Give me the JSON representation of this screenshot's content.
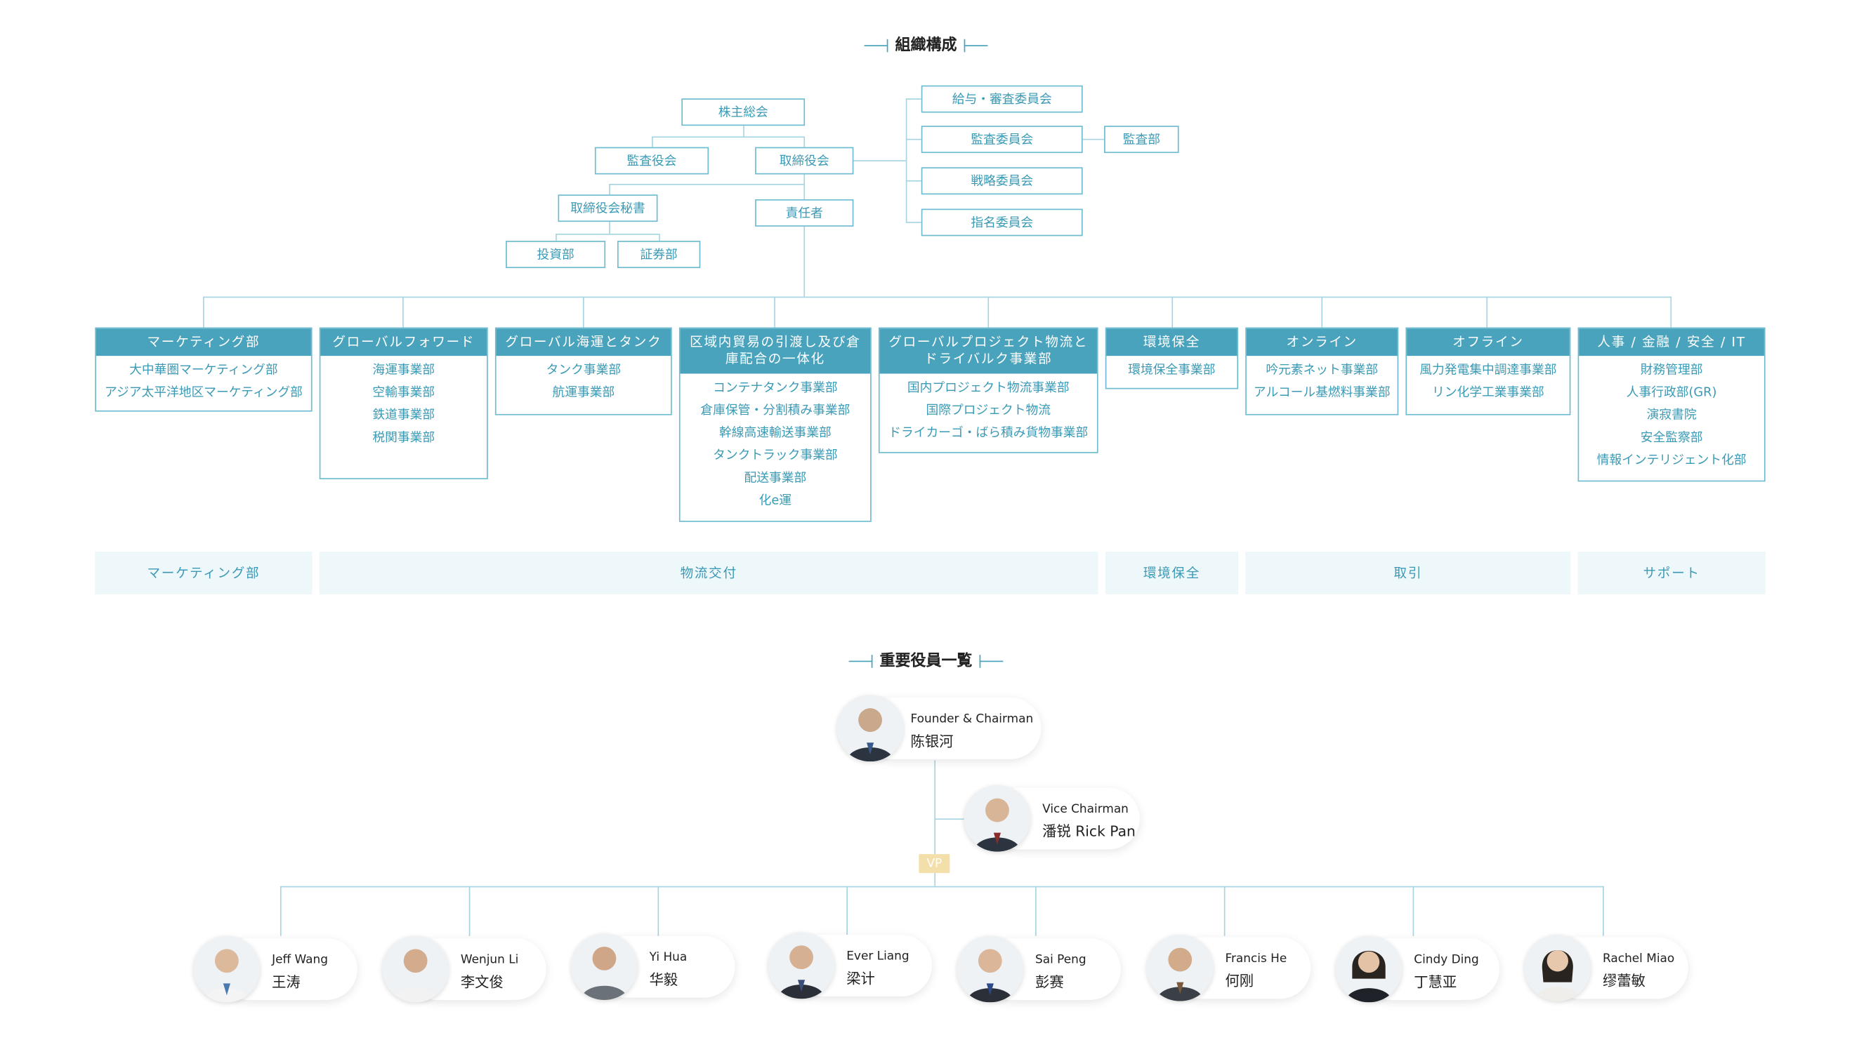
{
  "org": {
    "title": "組織構成",
    "shareholders": "株主総会",
    "auditors": "監査役会",
    "board": "取締役会",
    "board_secretary": "取締役会秘書",
    "responsible": "責任者",
    "investment": "投資部",
    "securities": "証券部",
    "committees": [
      "給与・審査委員会",
      "監査委員会",
      "戦略委員会",
      "指名委員会"
    ],
    "audit_dept": "監査部",
    "divisions": [
      {
        "head": "マーケティング部",
        "items": [
          "大中華圏マーケティング部",
          "アジア太平洋地区マーケティング部"
        ]
      },
      {
        "head": "グローバルフォワード",
        "items": [
          "海運事業部",
          "空輸事業部",
          "鉄道事業部",
          "税関事業部"
        ]
      },
      {
        "head": "グローバル海運とタンク",
        "items": [
          "タンク事業部",
          "航運事業部"
        ]
      },
      {
        "head": "区域内貿易の引渡し及び倉庫配合の一体化",
        "items": [
          "コンテナタンク事業部",
          "倉庫保管・分割積み事業部",
          "幹線高速輸送事業部",
          "タンクトラック事業部",
          "配送事業部",
          "化e運"
        ]
      },
      {
        "head": "グローバルプロジェクト物流とドライバルク事業部",
        "items": [
          "国内プロジェクト物流事業部",
          "国際プロジェクト物流",
          "ドライカーゴ・ばら積み貨物事業部"
        ]
      },
      {
        "head": "環境保全",
        "items": [
          "環境保全事業部"
        ]
      },
      {
        "head": "オンライン",
        "items": [
          "吟元素ネット事業部",
          "アルコール基燃料事業部"
        ]
      },
      {
        "head": "オフライン",
        "items": [
          "風力発電集中調達事業部",
          "リン化学工業事業部"
        ]
      },
      {
        "head": "人事 / 金融 / 安全 / IT",
        "items": [
          "財務管理部",
          "人事行政部(GR)",
          "演寂書院",
          "安全監察部",
          "情報インテリジェント化部"
        ]
      }
    ],
    "bands": [
      "マーケティング部",
      "物流交付",
      "環境保全",
      "取引",
      "サポート"
    ]
  },
  "exec": {
    "title": "重要役員一覧",
    "chairman": {
      "role": "Founder & Chairman",
      "name": "陈银河"
    },
    "vice": {
      "role": "Vice Chairman",
      "name": "潘锐 Rick Pan"
    },
    "vp_label": "VP",
    "vps": [
      {
        "role": "Jeff Wang",
        "name": "王涛"
      },
      {
        "role": "Wenjun Li",
        "name": "李文俊"
      },
      {
        "role": "Yi Hua",
        "name": "华毅"
      },
      {
        "role": "Ever Liang",
        "name": "梁计"
      },
      {
        "role": "Sai Peng",
        "name": "彭赛"
      },
      {
        "role": "Francis He",
        "name": "何刚"
      },
      {
        "role": "Cindy Ding",
        "name": "丁慧亚"
      },
      {
        "role": "Rachel Miao",
        "name": "缪蕾敏"
      }
    ]
  }
}
